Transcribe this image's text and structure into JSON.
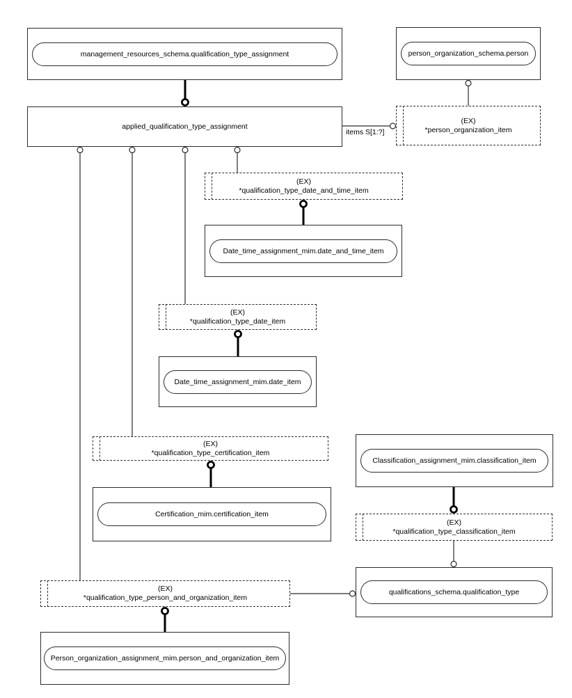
{
  "boxes": {
    "management": {
      "label": "management_resources_schema.qualification_type_assignment"
    },
    "person": {
      "label": "person_organization_schema.person"
    },
    "applied": {
      "label": "applied_qualification_type_assignment"
    },
    "date_and_time": {
      "label": "Date_time_assignment_mim.date_and_time_item"
    },
    "date": {
      "label": "Date_time_assignment_mim.date_item"
    },
    "certification": {
      "label": "Certification_mim.certification_item"
    },
    "classification": {
      "label": "Classification_assignment_mim.classification_item"
    },
    "qualification_type": {
      "label": "qualifications_schema.qualification_type"
    },
    "person_organization": {
      "label": "Person_organization_assignment_mim.person_and_organization_item"
    }
  },
  "select_boxes": {
    "person_organization_item": {
      "tag": "(EX)",
      "label": "*person_organization_item"
    },
    "date_and_time_item": {
      "tag": "(EX)",
      "label": "*qualification_type_date_and_time_item"
    },
    "date_item": {
      "tag": "(EX)",
      "label": "*qualification_type_date_item"
    },
    "certification_item": {
      "tag": "(EX)",
      "label": "*qualification_type_certification_item"
    },
    "classification_item": {
      "tag": "(EX)",
      "label": "*qualification_type_classification_item"
    },
    "person_and_organization_item": {
      "tag": "(EX)",
      "label": "*qualification_type_person_and_organization_item"
    }
  },
  "edge_labels": {
    "items_cardinality": "items S[1:?]"
  },
  "colors": {
    "line": "#000000",
    "background": "#ffffff"
  }
}
